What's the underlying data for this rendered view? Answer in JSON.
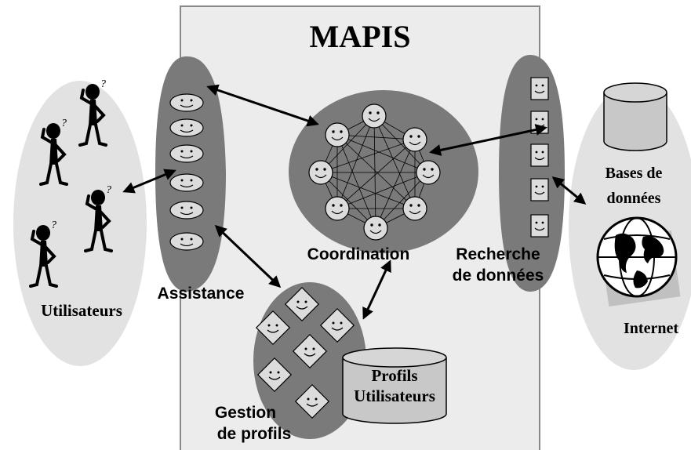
{
  "system": {
    "title": "MAPIS"
  },
  "modules": {
    "users": "Utilisateurs",
    "assistance": "Assistance",
    "coordination": "Coordination",
    "data_search": {
      "line1": "Recherche",
      "line2": "de données"
    },
    "profile_mgmt": {
      "line1": "Gestion",
      "line2": "de profils"
    }
  },
  "storage": {
    "profiles": {
      "line1": "Profils",
      "line2": "Utilisateurs"
    },
    "databases": {
      "line1": "Bases de",
      "line2": "données"
    },
    "internet": "Internet"
  },
  "colors": {
    "panel": "#ececec",
    "panel_border": "#888888",
    "module": "#7a7a7a",
    "oval": "#e2e2e2",
    "agent": "#dcdcdc",
    "cylinder": "#c8c8c8"
  }
}
